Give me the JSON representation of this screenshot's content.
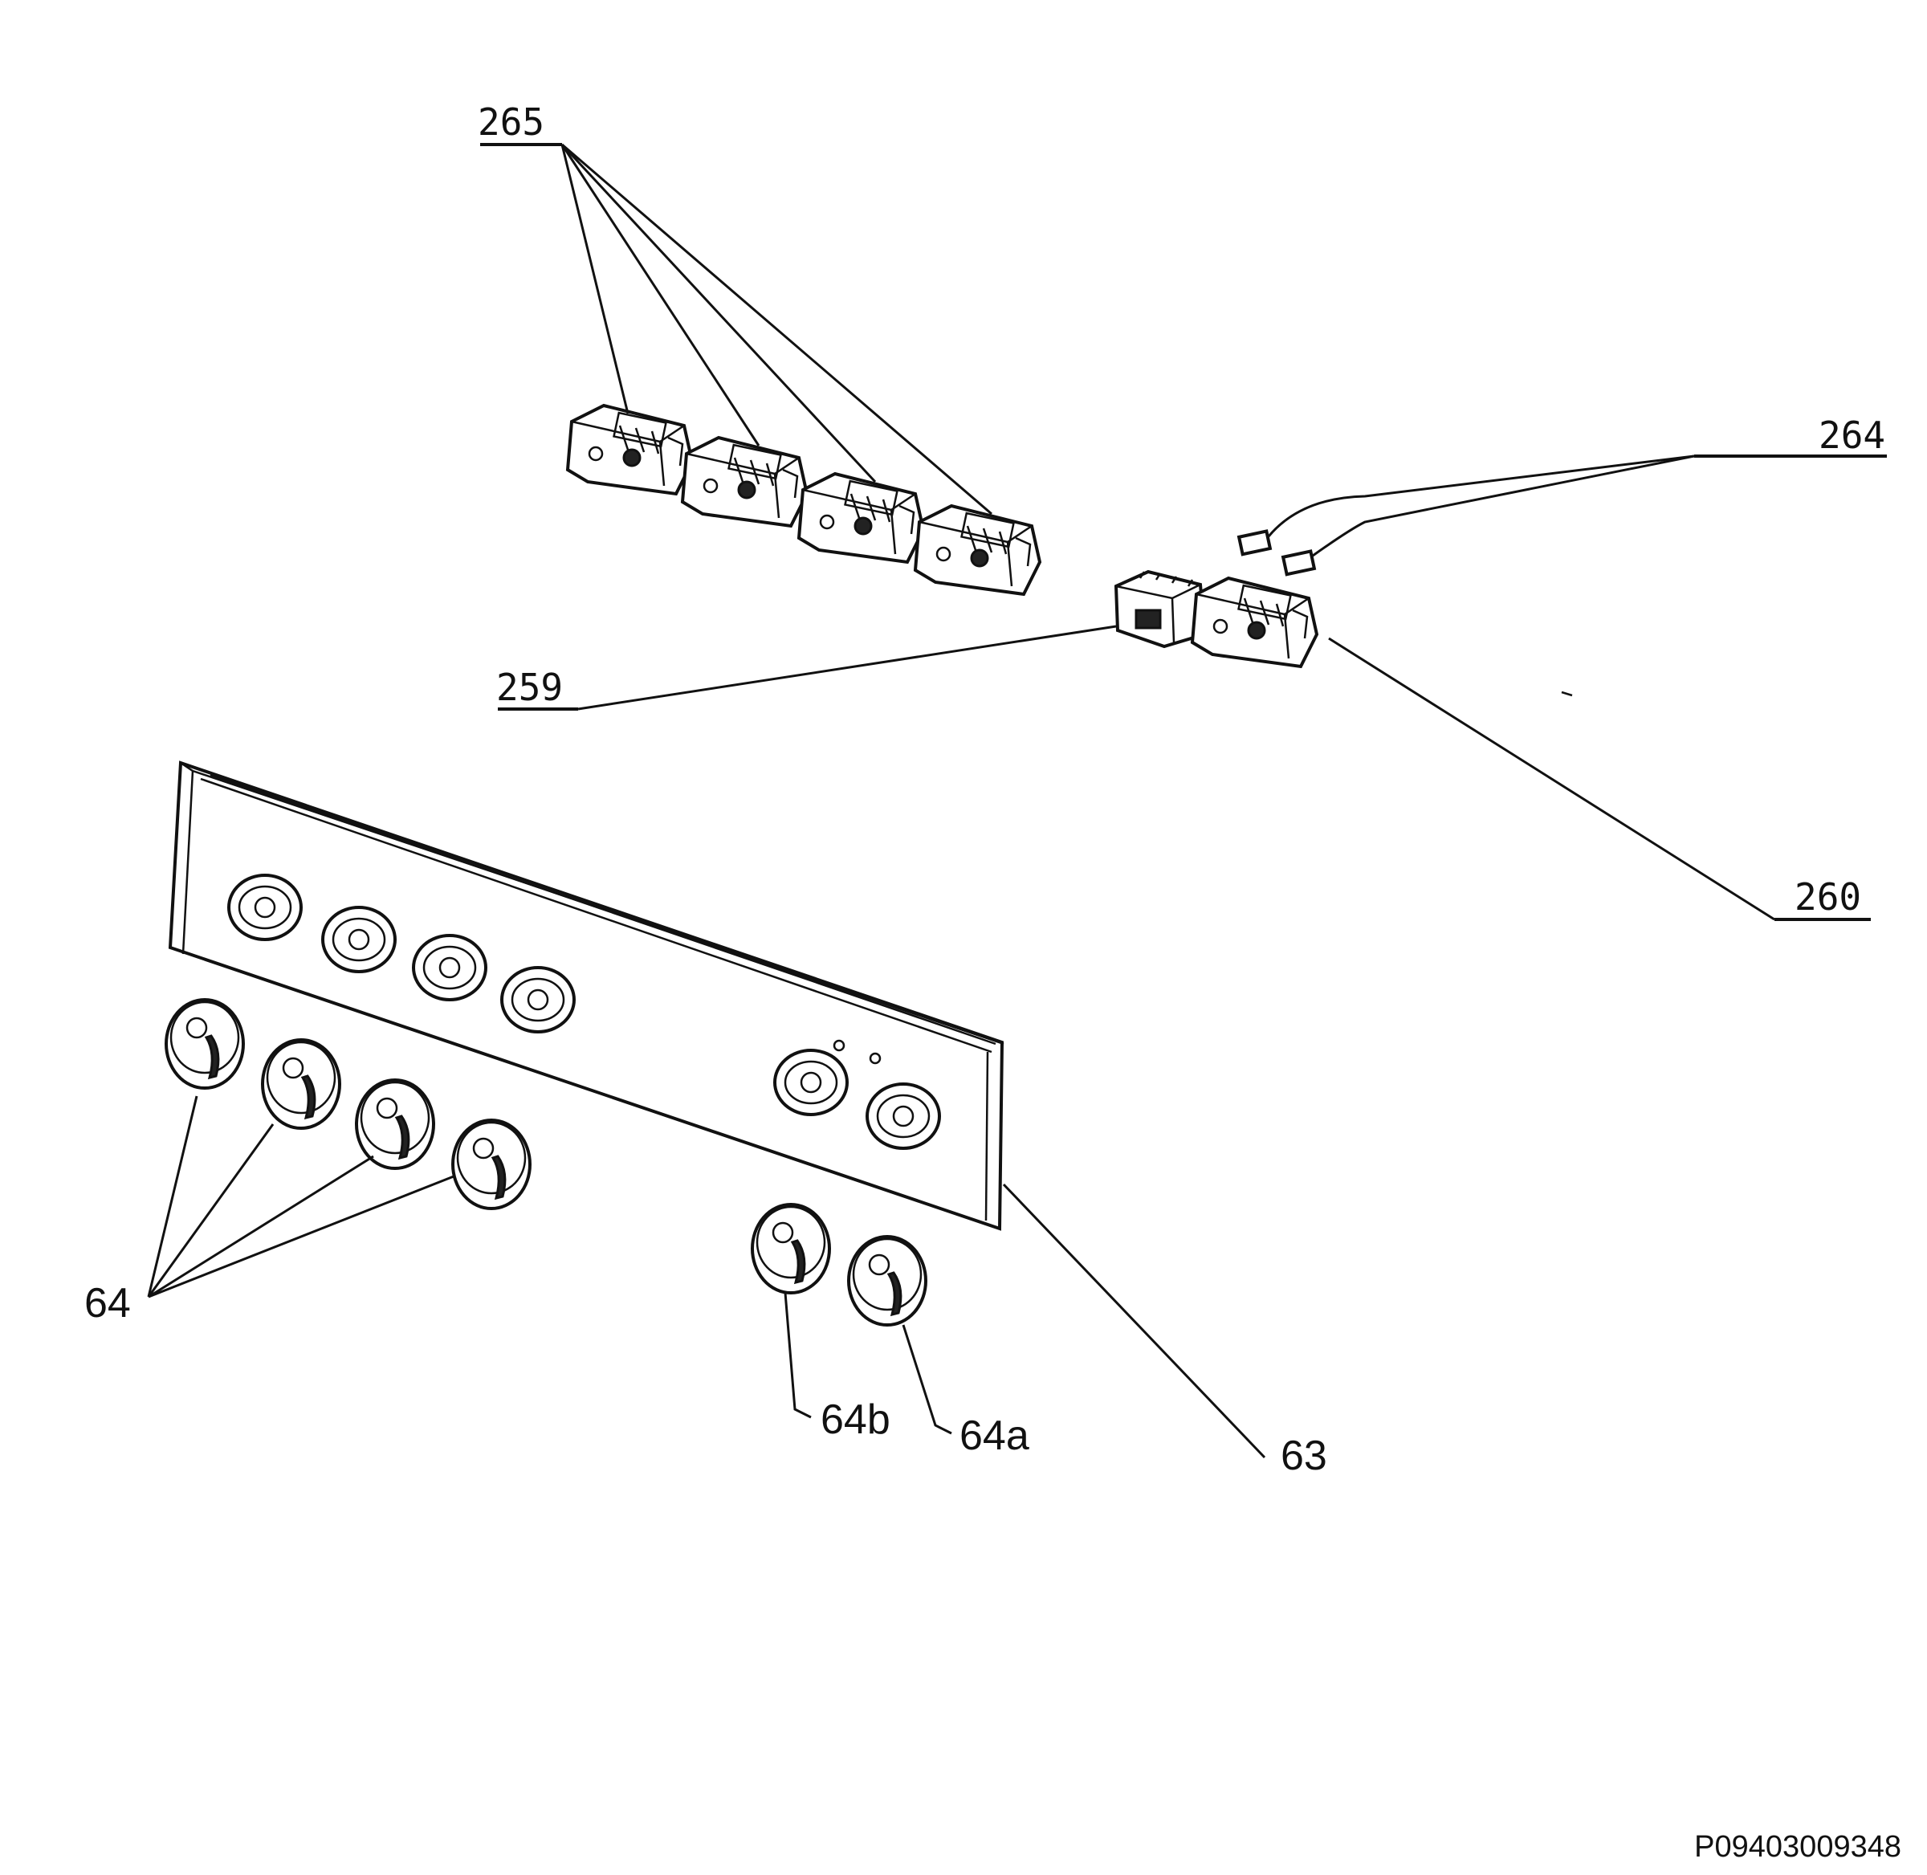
{
  "labels": {
    "l265": "265",
    "l264": "264",
    "l259": "259",
    "l260": "260",
    "l64": "64",
    "l64b": "64b",
    "l64a": "64a",
    "l63": "63"
  },
  "drawing_code": "P09403009348",
  "colors": {
    "line": "#111111",
    "background": "#ffffff"
  }
}
